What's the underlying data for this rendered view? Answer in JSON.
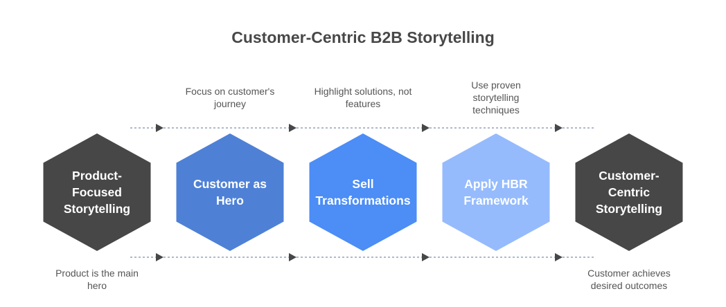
{
  "title": "Customer-Centric B2B Storytelling",
  "colors": {
    "dark": "#474747",
    "blue_mid": "#4E81D6",
    "blue_bright": "#4C8DF6",
    "blue_light": "#95BBFD",
    "connector": "#7E8FA8",
    "arrowhead": "#474747"
  },
  "nodes": [
    {
      "label": "Product-\nFocused\nStorytelling",
      "color_key": "dark",
      "caption": "Product is the main hero",
      "caption_position": "bottom"
    },
    {
      "label": "Customer as\nHero",
      "color_key": "blue_mid",
      "caption": "Focus on customer's journey",
      "caption_position": "top"
    },
    {
      "label": "Sell\nTransformations",
      "color_key": "blue_bright",
      "caption": "Highlight solutions, not features",
      "caption_position": "top"
    },
    {
      "label": "Apply HBR\nFramework",
      "color_key": "blue_light",
      "caption": "Use proven storytelling techniques",
      "caption_position": "top"
    },
    {
      "label": "Customer-\nCentric\nStorytelling",
      "color_key": "dark",
      "caption": "Customer achieves desired outcomes",
      "caption_position": "bottom"
    }
  ]
}
